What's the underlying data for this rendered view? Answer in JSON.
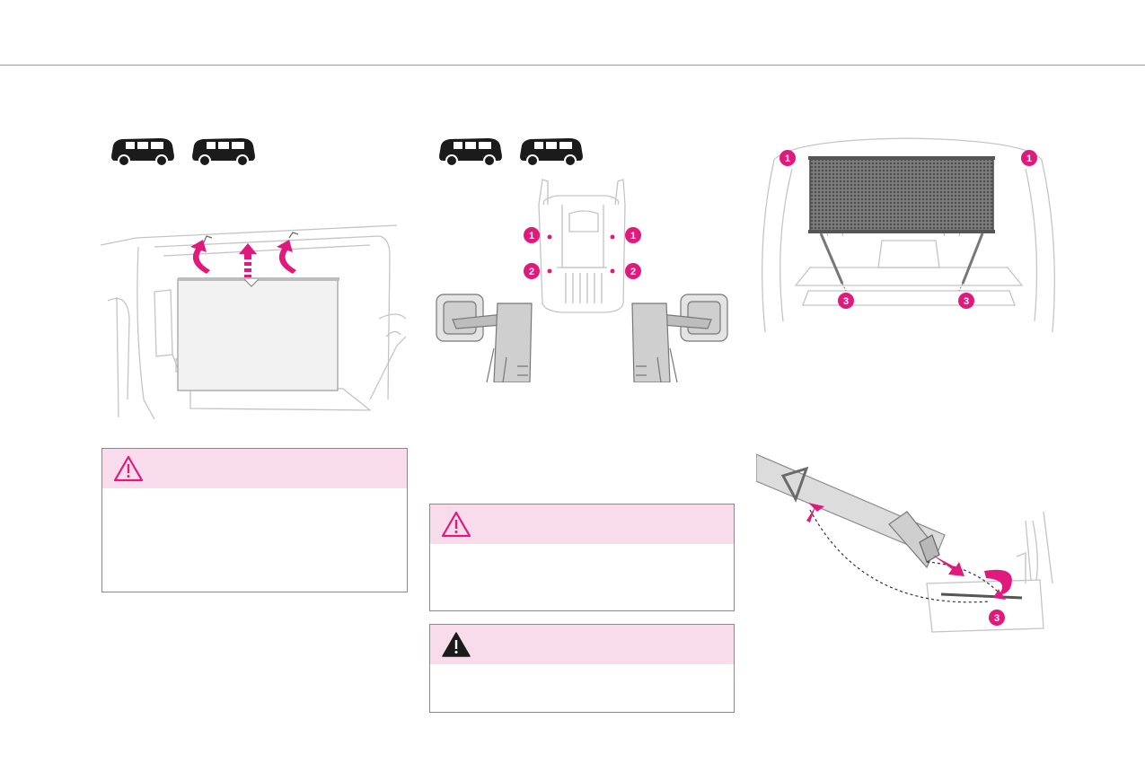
{
  "colors": {
    "accent": "#e0197d",
    "warning_header_bg": "#f8dcec",
    "line_art": "#b8b8b8",
    "rule": "#9a9a9a"
  },
  "icons": {
    "vehicle_variant_icons": [
      "van-silhouette-icon",
      "van-silhouette-icon"
    ],
    "warning": [
      "warning-outline-icon",
      "warning-outline-icon",
      "warning-filled-icon"
    ]
  },
  "callouts": {
    "seat_points": [
      "1",
      "1",
      "2",
      "2"
    ],
    "net_anchors": [
      "1",
      "1",
      "3",
      "3"
    ],
    "strap_anchor": "3"
  },
  "warning_boxes": [
    {
      "icon": "warning-outline-icon",
      "body": ""
    },
    {
      "icon": "warning-outline-icon",
      "body": ""
    },
    {
      "icon": "warning-filled-icon",
      "body": ""
    }
  ]
}
